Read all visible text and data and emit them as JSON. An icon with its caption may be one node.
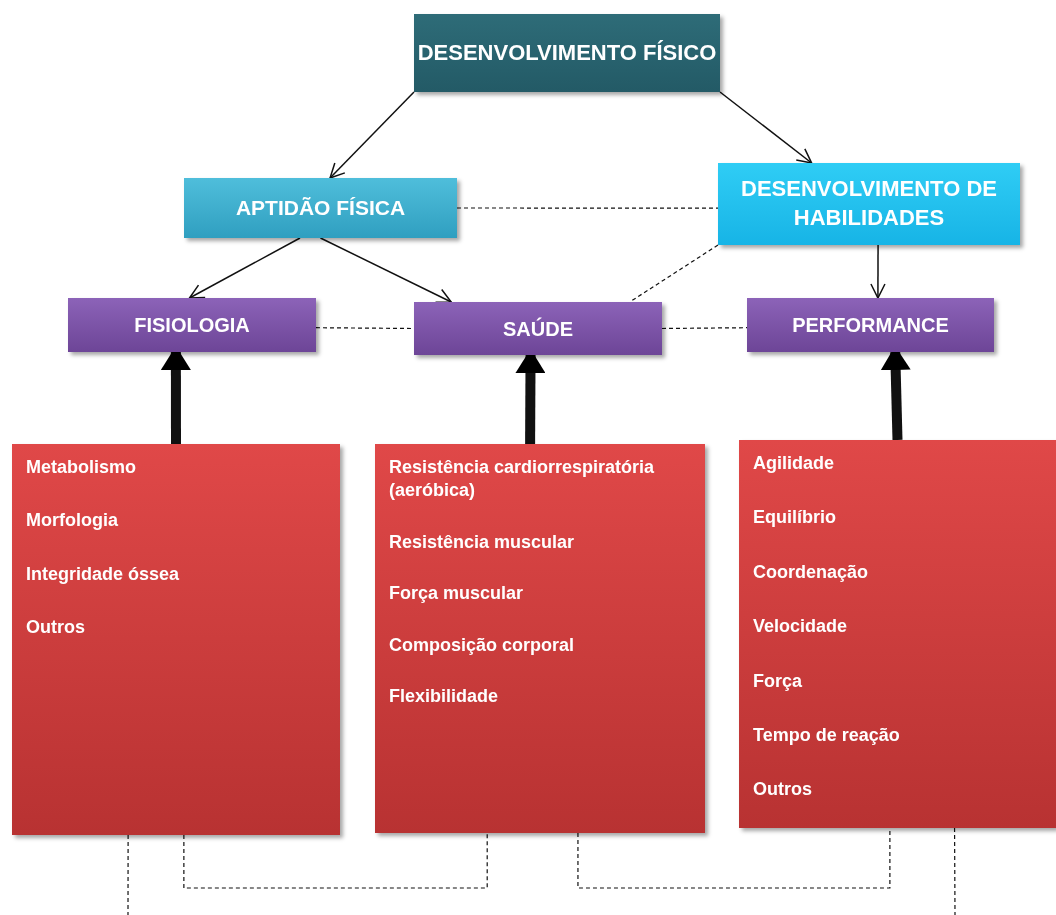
{
  "diagram": {
    "nodes": [
      {
        "text": [
          "DESENVOLVIMENTO FÍSICO"
        ]
      },
      {
        "text": [
          "APTIDÃO FÍSICA"
        ]
      },
      {
        "text": [
          "DESENVOLVIMENTO DE HABILIDADES"
        ]
      },
      {
        "text": [
          "FISIOLOGIA"
        ]
      },
      {
        "text": [
          "SAÚDE"
        ]
      },
      {
        "text": [
          "PERFORMANCE"
        ]
      },
      {
        "text": [
          "Metabolismo",
          "Morfologia",
          "Integridade óssea",
          "Outros"
        ]
      },
      {
        "text": [
          "Resistência cardiorrespiratória (aeróbica)",
          "Resistência muscular",
          "Força muscular",
          "Composição corporal",
          "Flexibilidade"
        ]
      },
      {
        "text": [
          "Agilidade",
          "Equilíbrio",
          "Coordenação",
          "Velocidade",
          "Força",
          "Tempo de reação",
          "Outros"
        ]
      }
    ],
    "edges": [
      {
        "from": 0,
        "to": 1,
        "arrow": "to"
      },
      {
        "from": 0,
        "to": 2,
        "arrow": "to"
      },
      {
        "from": 1,
        "to": 2,
        "arrow": "none",
        "style": "dashed"
      },
      {
        "from": 1,
        "to": 3,
        "arrow": "to"
      },
      {
        "from": 1,
        "to": 4,
        "arrow": "to"
      },
      {
        "from": 2,
        "to": 4,
        "arrow": "none",
        "style": "dashed"
      },
      {
        "from": 2,
        "to": 5,
        "arrow": "to"
      },
      {
        "from": 3,
        "to": 4,
        "arrow": "none",
        "style": "dashed"
      },
      {
        "from": 4,
        "to": 5,
        "arrow": "none",
        "style": "dashed"
      },
      {
        "from": 6,
        "to": 3,
        "arrow": "to",
        "style": "thick"
      },
      {
        "from": 7,
        "to": 4,
        "arrow": "to",
        "style": "thick"
      },
      {
        "from": 8,
        "to": 5,
        "arrow": "to",
        "style": "thick"
      },
      {
        "from": 6,
        "to": null,
        "arrow": "none",
        "style": "dashed"
      },
      {
        "from": 6,
        "to": 7,
        "arrow": "none",
        "style": "dashed"
      },
      {
        "from": 7,
        "to": 8,
        "arrow": "none",
        "style": "dashed"
      },
      {
        "from": 8,
        "to": null,
        "arrow": "none",
        "style": "dashed"
      }
    ]
  }
}
